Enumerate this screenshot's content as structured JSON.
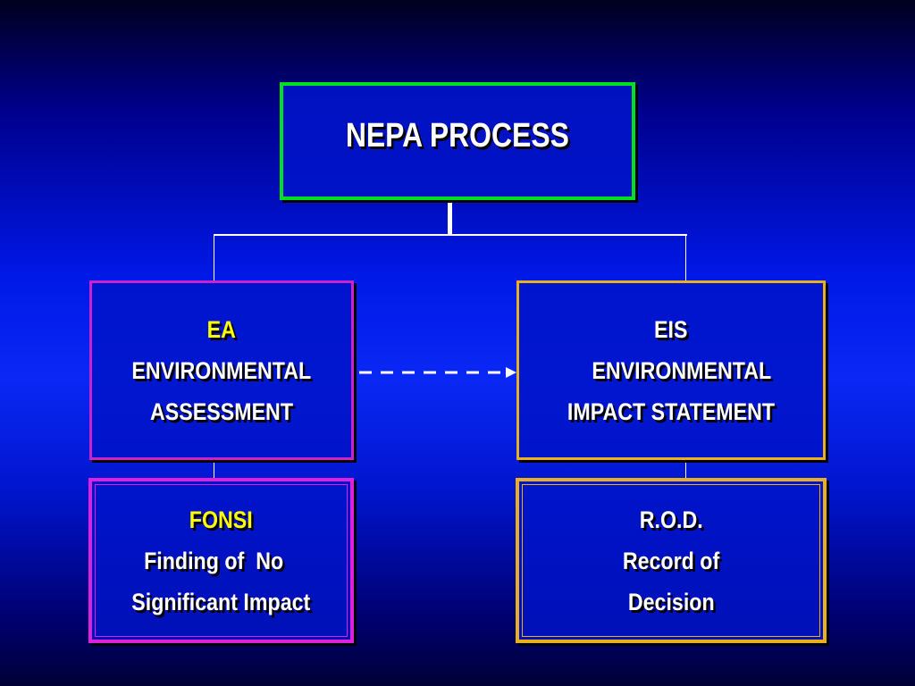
{
  "root": {
    "title": "NEPA PROCESS"
  },
  "ea": {
    "acronym": "EA",
    "line1": "ENVIRONMENTAL",
    "line2": "ASSESSMENT"
  },
  "eis": {
    "acronym": "EIS",
    "line1": "ENVIRONMENTAL",
    "line2": "IMPACT STATEMENT"
  },
  "fonsi": {
    "acronym": "FONSI",
    "line1": "Finding of  No",
    "line2": "Significant Impact"
  },
  "rod": {
    "acronym": "R.O.D.",
    "line1": "Record of",
    "line2": "Decision"
  },
  "colors": {
    "root_border": "#00e020",
    "ea_border": "#cc22cc",
    "eis_border": "#e8b020",
    "acronym_highlight": "#ffff00",
    "text": "#ffffff"
  }
}
